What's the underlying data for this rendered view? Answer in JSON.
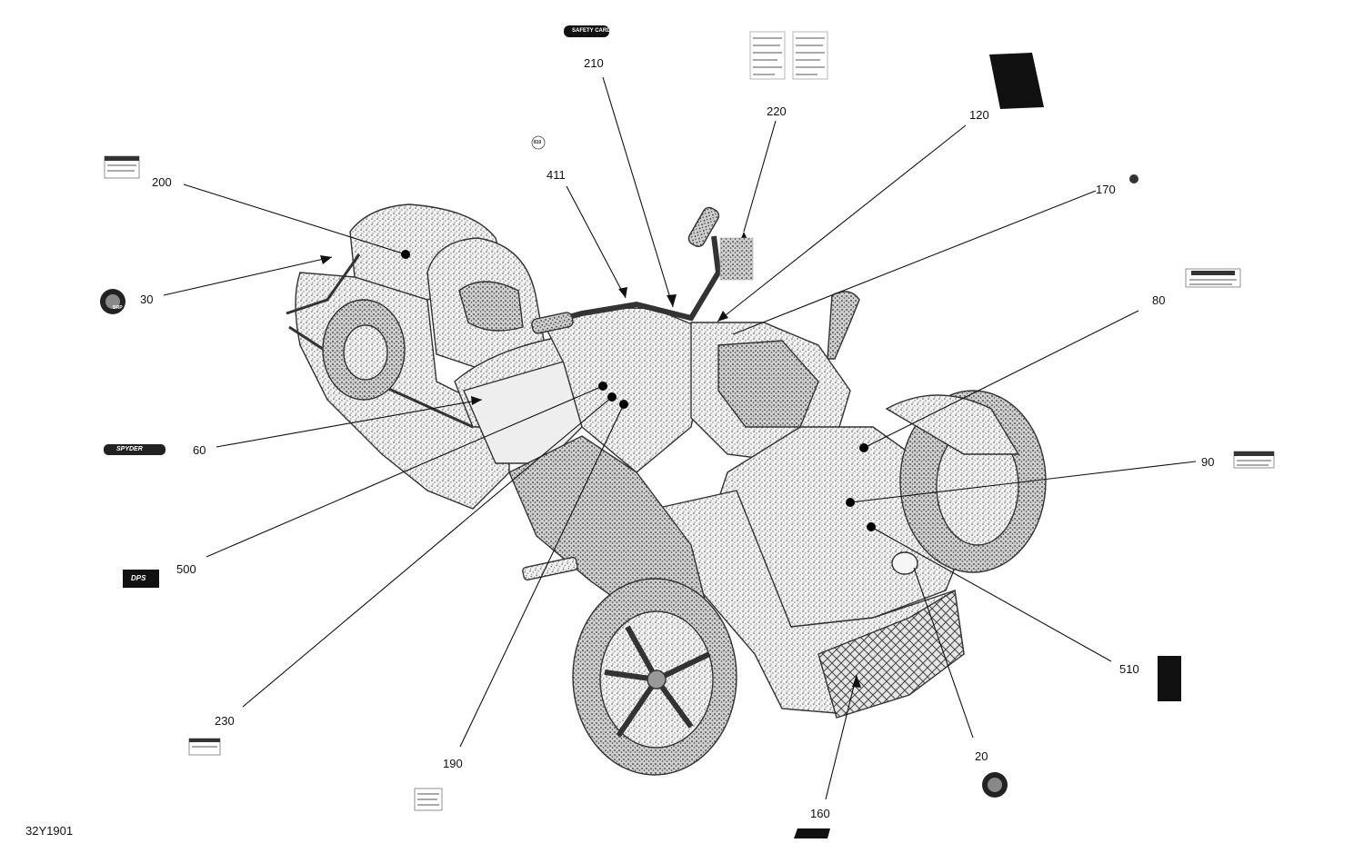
{
  "diagram": {
    "reference_code": "32Y1901",
    "callouts": [
      {
        "id": "c210",
        "label": "210"
      },
      {
        "id": "c220",
        "label": "220"
      },
      {
        "id": "c120",
        "label": "120"
      },
      {
        "id": "c411",
        "label": "411"
      },
      {
        "id": "c170",
        "label": "170"
      },
      {
        "id": "c200",
        "label": "200"
      },
      {
        "id": "c30",
        "label": "30"
      },
      {
        "id": "c80",
        "label": "80"
      },
      {
        "id": "c60",
        "label": "60"
      },
      {
        "id": "c90",
        "label": "90"
      },
      {
        "id": "c500",
        "label": "500"
      },
      {
        "id": "c510",
        "label": "510"
      },
      {
        "id": "c230",
        "label": "230"
      },
      {
        "id": "c190",
        "label": "190"
      },
      {
        "id": "c20",
        "label": "20"
      },
      {
        "id": "c160",
        "label": "160"
      }
    ],
    "decal_text": {
      "safety_card": "SAFETY CARD",
      "brp": "BRP",
      "spyder": "SPYDER",
      "dps": "DPS",
      "code_810": "810"
    }
  }
}
